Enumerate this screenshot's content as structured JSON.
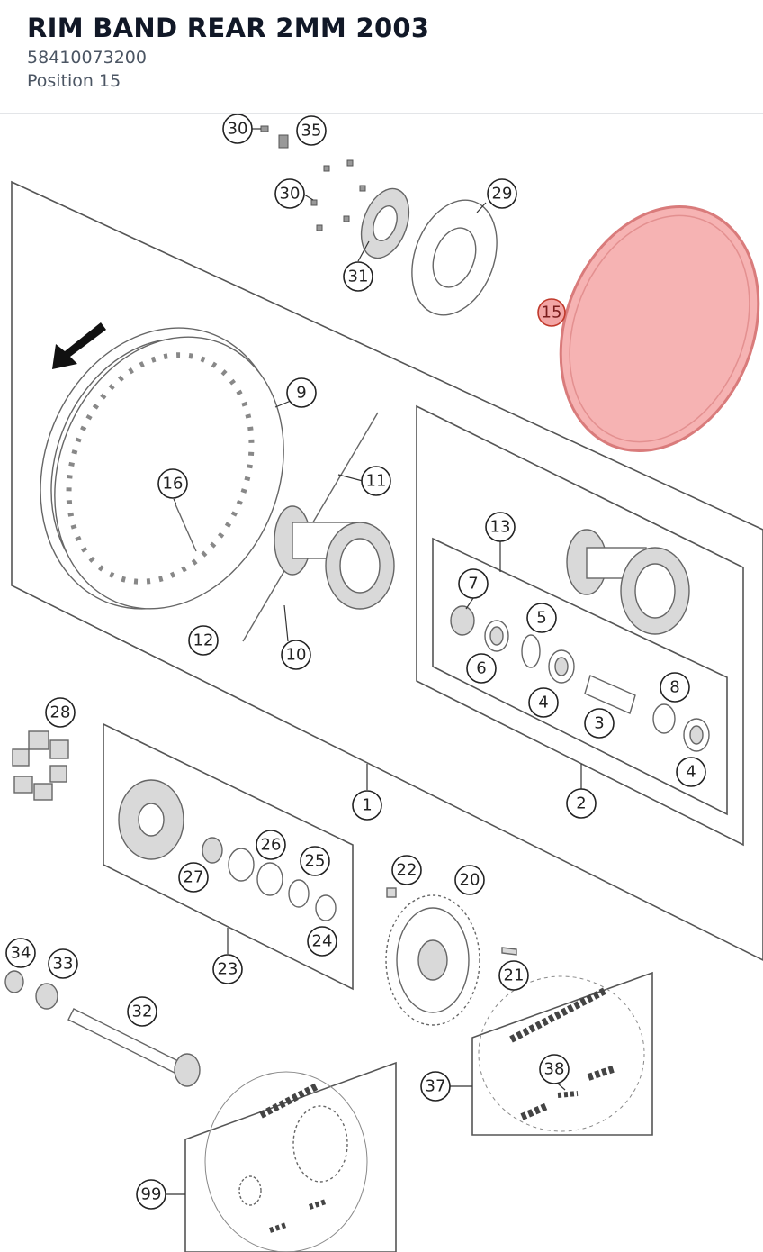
{
  "page": {
    "title": "RIM BAND REAR 2MM 2003",
    "part_number": "58410073200",
    "position_label": "Position 15"
  },
  "diagram": {
    "highlight_color": "#f08a8a",
    "highlighted_callout": "15",
    "callouts": [
      "30",
      "35",
      "30",
      "29",
      "31",
      "15",
      "9",
      "16",
      "11",
      "13",
      "7",
      "5",
      "6",
      "4",
      "3",
      "8",
      "4",
      "12",
      "10",
      "28",
      "1",
      "2",
      "22",
      "20",
      "26",
      "25",
      "27",
      "24",
      "23",
      "34",
      "33",
      "21",
      "32",
      "38",
      "37",
      "99"
    ]
  }
}
